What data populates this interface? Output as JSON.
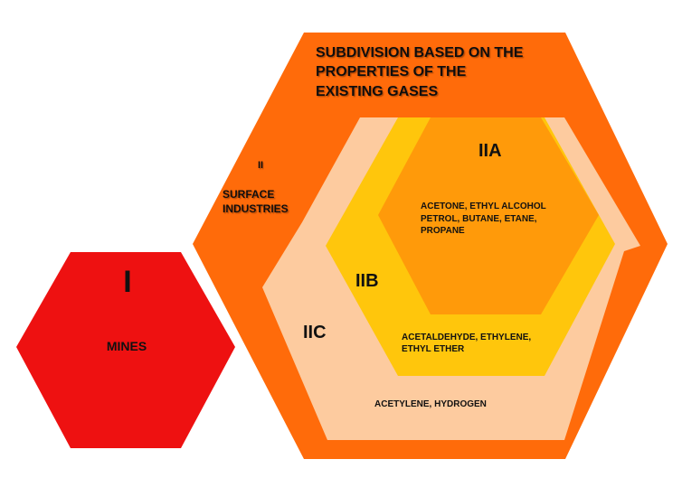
{
  "colors": {
    "mines": "#ee1111",
    "surface": "#ff6b0a",
    "iic": "#fdcb9f",
    "iib": "#ffc60c",
    "iia": "#ff9a0a",
    "text": "#111111"
  },
  "mines": {
    "numeral": "I",
    "label": "MINES"
  },
  "surface": {
    "numeral": "II",
    "label_line1": "SURFACE",
    "label_line2": "INDUSTRIES",
    "heading_line1": "SUBDIVISION BASED ON THE",
    "heading_line2": "PROPERTIES OF THE",
    "heading_line3": "EXISTING GASES"
  },
  "iic": {
    "title": "IIC",
    "gases": "ACETYLENE, HYDROGEN"
  },
  "iib": {
    "title": "IIB",
    "gases_line1": "ACETALDEHYDE, ETHYLENE,",
    "gases_line2": "ETHYL ETHER"
  },
  "iia": {
    "title": "IIA",
    "gases_line1": "ACETONE, ETHYL ALCOHOL",
    "gases_line2": "PETROL, BUTANE, ETANE,",
    "gases_line3": "PROPANE"
  }
}
